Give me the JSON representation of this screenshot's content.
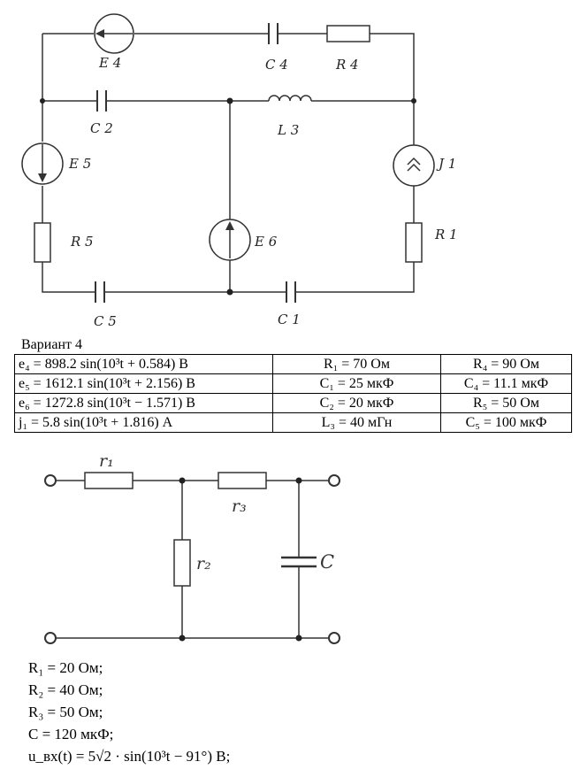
{
  "circuit1": {
    "labels": {
      "E4": "E 4",
      "C4": "C 4",
      "R4": "R 4",
      "C2": "C 2",
      "L3": "L 3",
      "E5": "E 5",
      "J1": "J 1",
      "R5": "R 5",
      "E6": "E 6",
      "R1": "R 1",
      "C5": "C 5",
      "C1": "C 1"
    }
  },
  "variant_title": "Вариант 4",
  "params_table": [
    [
      "e₄ = 898.2 sin(10³t + 0.584) В",
      "R₁ = 70 Ом",
      "R₄ = 90 Ом"
    ],
    [
      "e₅ = 1612.1 sin(10³t + 2.156) В",
      "C₁ = 25 мкФ",
      "C₄ = 11.1 мкФ"
    ],
    [
      "e₆ = 1272.8 sin(10³t − 1.571) В",
      "C₂ = 20 мкФ",
      "R₅ = 50 Ом"
    ],
    [
      "j₁ = 5.8 sin(10³t + 1.816) А",
      "L₃ = 40 мГн",
      "C₅ = 100 мкФ"
    ]
  ],
  "circuit2": {
    "labels": {
      "r1": "r₁",
      "r2": "r₂",
      "r3": "r₃",
      "C": "C"
    }
  },
  "given": [
    "R₁ = 20 Ом;",
    "R₂ = 40 Ом;",
    "R₃ = 50 Ом;",
    "C = 120 мкФ;",
    "u_вх(t) = 5√2 · sin(10³t − 91°) В;"
  ]
}
